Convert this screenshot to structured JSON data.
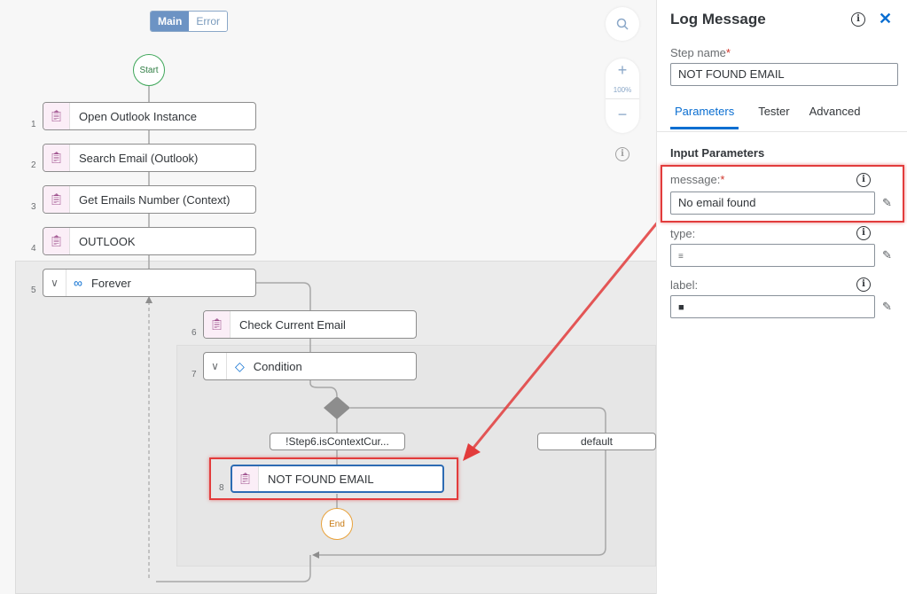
{
  "flow": {
    "toggle": {
      "main": "Main",
      "error": "Error"
    },
    "start": "Start",
    "end": "End",
    "zoom_level": "100%",
    "zoom_in": "+",
    "zoom_out": "−",
    "search_icon": "search-icon",
    "steps": [
      {
        "num": "1",
        "label": "Open Outlook Instance"
      },
      {
        "num": "2",
        "label": "Search Email (Outlook)"
      },
      {
        "num": "3",
        "label": "Get Emails Number (Context)"
      },
      {
        "num": "4",
        "label": "OUTLOOK"
      },
      {
        "num": "5",
        "label": "Forever"
      },
      {
        "num": "6",
        "label": "Check Current Email"
      },
      {
        "num": "7",
        "label": "Condition"
      },
      {
        "num": "8",
        "label": "NOT FOUND EMAIL"
      }
    ],
    "branches": {
      "left": "!Step6.isContextCur...",
      "right": "default"
    }
  },
  "panel": {
    "title": "Log Message",
    "step_name_label": "Step name",
    "step_name_value": "NOT FOUND EMAIL",
    "tabs": [
      "Parameters",
      "Tester",
      "Advanced"
    ],
    "section": "Input Parameters",
    "params": [
      {
        "label": "message:",
        "value": "No email found",
        "required": true
      },
      {
        "label": "type:",
        "value": "",
        "required": false
      },
      {
        "label": "label:",
        "value": "",
        "required": false
      }
    ],
    "required_mark": "*"
  },
  "colors": {
    "accent": "#0a6ed1",
    "highlight": "#e23c3c",
    "end": "#e9a23b",
    "start": "#3fa75a"
  }
}
